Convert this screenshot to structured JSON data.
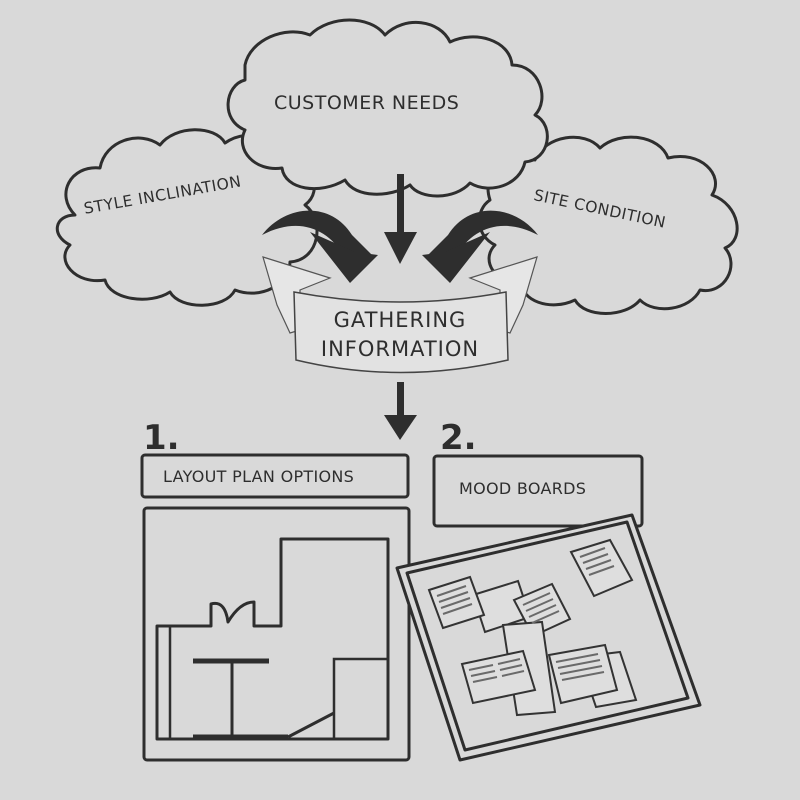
{
  "clouds": {
    "top": "CUSTOMER NEEDS",
    "left": "STYLE INCLINATION",
    "right": "SITE CONDITION"
  },
  "banner": {
    "line1": "GATHERING",
    "line2": "INFORMATION"
  },
  "steps": [
    {
      "number": "1.",
      "label": "LAYOUT PLAN OPTIONS",
      "illustration": "floor-plan"
    },
    {
      "number": "2.",
      "label": "MOOD BOARDS",
      "illustration": "mood-board"
    }
  ],
  "colors": {
    "background": "#d9d9d9",
    "ink": "#2e2e2e"
  }
}
